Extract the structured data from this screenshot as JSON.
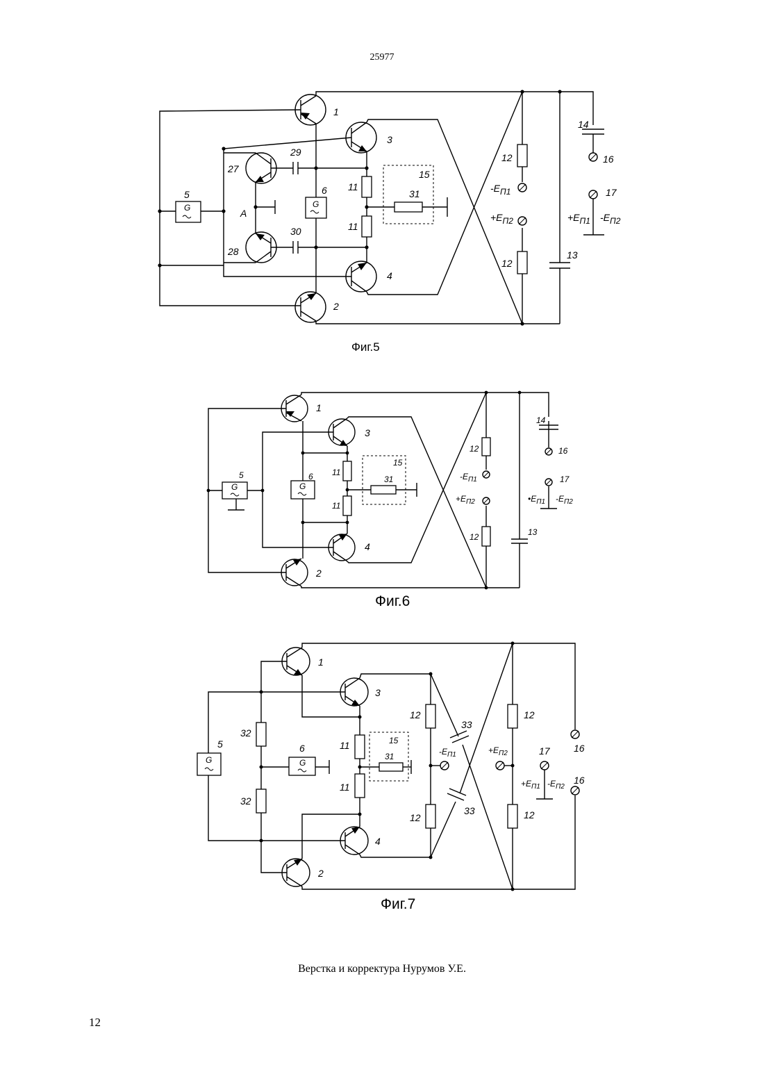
{
  "header": {
    "doc_number": "25977"
  },
  "figures": [
    {
      "caption": "Фиг.5",
      "labels": {
        "t1": "1",
        "t2": "2",
        "t3": "3",
        "t4": "4",
        "t27": "27",
        "t28": "28",
        "c29": "29",
        "c30": "30",
        "g5": "5",
        "g6": "6",
        "node_a": "A",
        "r11_top": "11",
        "r11_bottom": "11",
        "box15": "15",
        "r31": "31",
        "r12_top": "12",
        "r12_bottom": "12",
        "c13": "13",
        "c14": "14",
        "t16": "16",
        "t17": "17",
        "minus_e1": "-E",
        "minus_e1_sub": "П1",
        "plus_e2": "+E",
        "plus_e2_sub": "П2",
        "plus_e1": "+E",
        "plus_e1_sub": "П1",
        "minus_e2": "-E",
        "minus_e2_sub": "П2",
        "gen_letter": "G"
      }
    },
    {
      "caption": "Фиг.6",
      "labels": {
        "t1": "1",
        "t2": "2",
        "t3": "3",
        "t4": "4",
        "g5": "5",
        "g6": "6",
        "r11_top": "11",
        "r11_bottom": "11",
        "box15": "15",
        "r31": "31",
        "r12_top": "12",
        "r12_bottom": "12",
        "c13": "13",
        "c14": "14",
        "t16": "16",
        "t17": "17",
        "minus_e1": "-E",
        "minus_e1_sub": "П1",
        "plus_e2": "+E",
        "plus_e2_sub": "П2",
        "plus_e1": "•E",
        "plus_e1_sub": "П1",
        "minus_e2": "-E",
        "minus_e2_sub": "П2",
        "gen_letter": "G"
      }
    },
    {
      "caption": "Фиг.7",
      "labels": {
        "t1": "1",
        "t2": "2",
        "t3": "3",
        "t4": "4",
        "g5": "5",
        "g6": "6",
        "r32_top": "32",
        "r32_bottom": "32",
        "r11_top": "11",
        "r11_bottom": "11",
        "box15": "15",
        "r31": "31",
        "r12_left_top": "12",
        "r12_left_bottom": "12",
        "r12_right_top": "12",
        "r12_right_bottom": "12",
        "c33_top": "33",
        "c33_bottom": "33",
        "t16_top": "16",
        "t16_bottom": "16",
        "t17": "17",
        "minus_e1": "-E",
        "minus_e1_sub": "П1",
        "plus_e2": "+E",
        "plus_e2_sub": "П2",
        "plus_e1": "+E",
        "plus_e1_sub": "П1",
        "minus_e2": "-E",
        "minus_e2_sub": "П2",
        "gen_letter": "G"
      }
    }
  ],
  "footer": {
    "credit": "Верстка и корректура Нурумов У.Е.",
    "page_number": "12"
  }
}
